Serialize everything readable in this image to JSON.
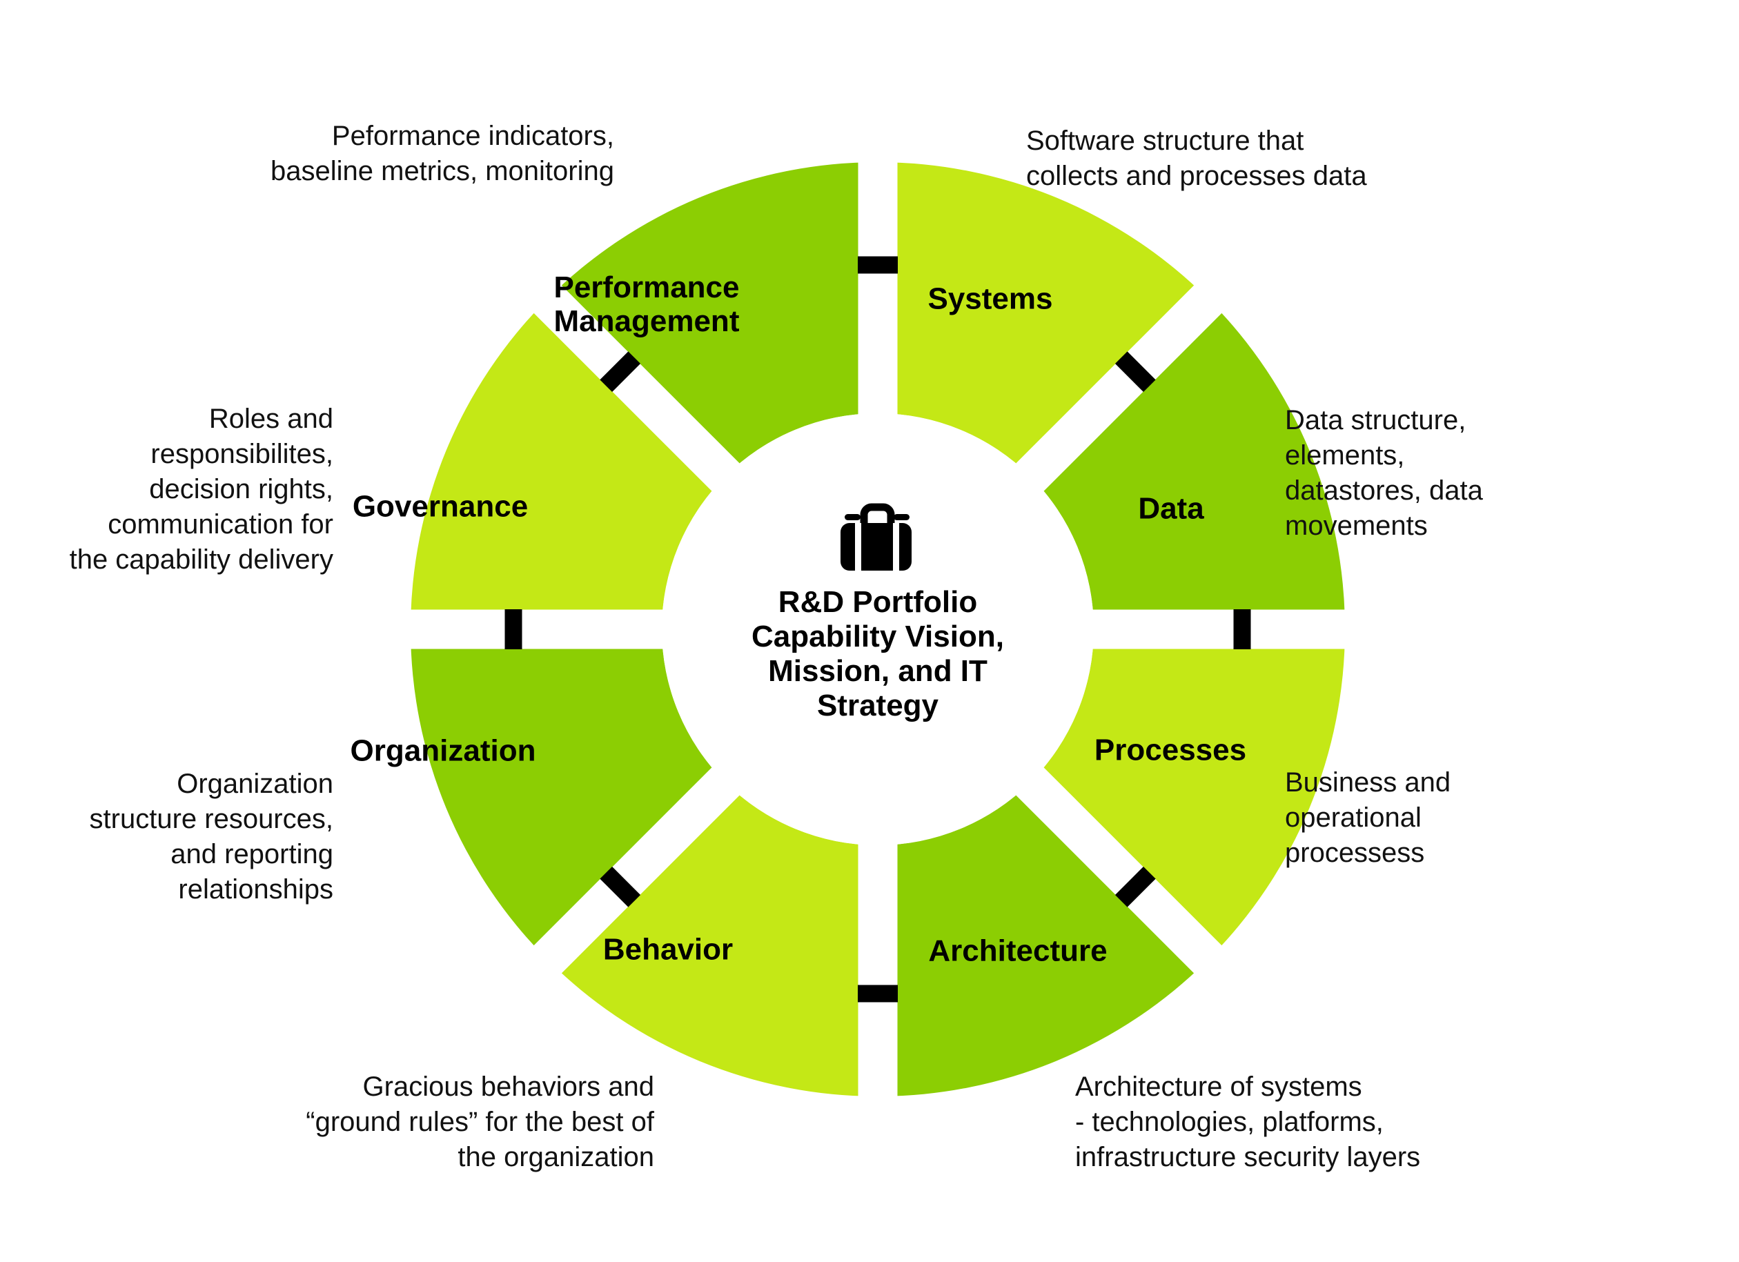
{
  "colors": {
    "segment_dark": "#8CCE03",
    "segment_light": "#C4E816",
    "connector": "#000000",
    "background": "#FFFFFF",
    "text": "#000000"
  },
  "center": {
    "icon": "briefcase-icon",
    "title_lines": [
      "R&D Portfolio",
      "Capability Vision,",
      "Mission, and IT",
      "Strategy"
    ]
  },
  "segments": [
    {
      "name": "systems",
      "label_lines": [
        "Systems"
      ],
      "color": "#C4E816",
      "description_lines": [
        "Software structure that",
        "collects and processes data"
      ],
      "description_align": "left"
    },
    {
      "name": "data",
      "label_lines": [
        "Data"
      ],
      "color": "#8CCE03",
      "description_lines": [
        "Data structure,",
        "elements,",
        "datastores, data",
        "movements"
      ],
      "description_align": "left"
    },
    {
      "name": "processes",
      "label_lines": [
        "Processes"
      ],
      "color": "#C4E816",
      "description_lines": [
        "Business and",
        "operational",
        "processess"
      ],
      "description_align": "left"
    },
    {
      "name": "architecture",
      "label_lines": [
        "Architecture"
      ],
      "color": "#8CCE03",
      "description_lines": [
        "Architecture of systems",
        "- technologies, platforms,",
        "infrastructure security layers"
      ],
      "description_align": "left"
    },
    {
      "name": "behavior",
      "label_lines": [
        "Behavior"
      ],
      "color": "#C4E816",
      "description_lines": [
        "Gracious behaviors and",
        "“ground rules” for the best of",
        "the organization"
      ],
      "description_align": "right"
    },
    {
      "name": "organization",
      "label_lines": [
        "Organization"
      ],
      "color": "#8CCE03",
      "description_lines": [
        "Organization",
        "structure resources,",
        "and reporting",
        "relationships"
      ],
      "description_align": "right"
    },
    {
      "name": "governance",
      "label_lines": [
        "Governance"
      ],
      "color": "#C4E816",
      "description_lines": [
        "Roles and",
        "responsibilites,",
        "decision rights,",
        "communication for",
        "the capability delivery"
      ],
      "description_align": "right"
    },
    {
      "name": "performance-management",
      "label_lines": [
        "Performance",
        "Management"
      ],
      "color": "#8CCE03",
      "description_lines": [
        "Peformance indicators,",
        "baseline metrics, monitoring"
      ],
      "description_align": "right"
    }
  ]
}
